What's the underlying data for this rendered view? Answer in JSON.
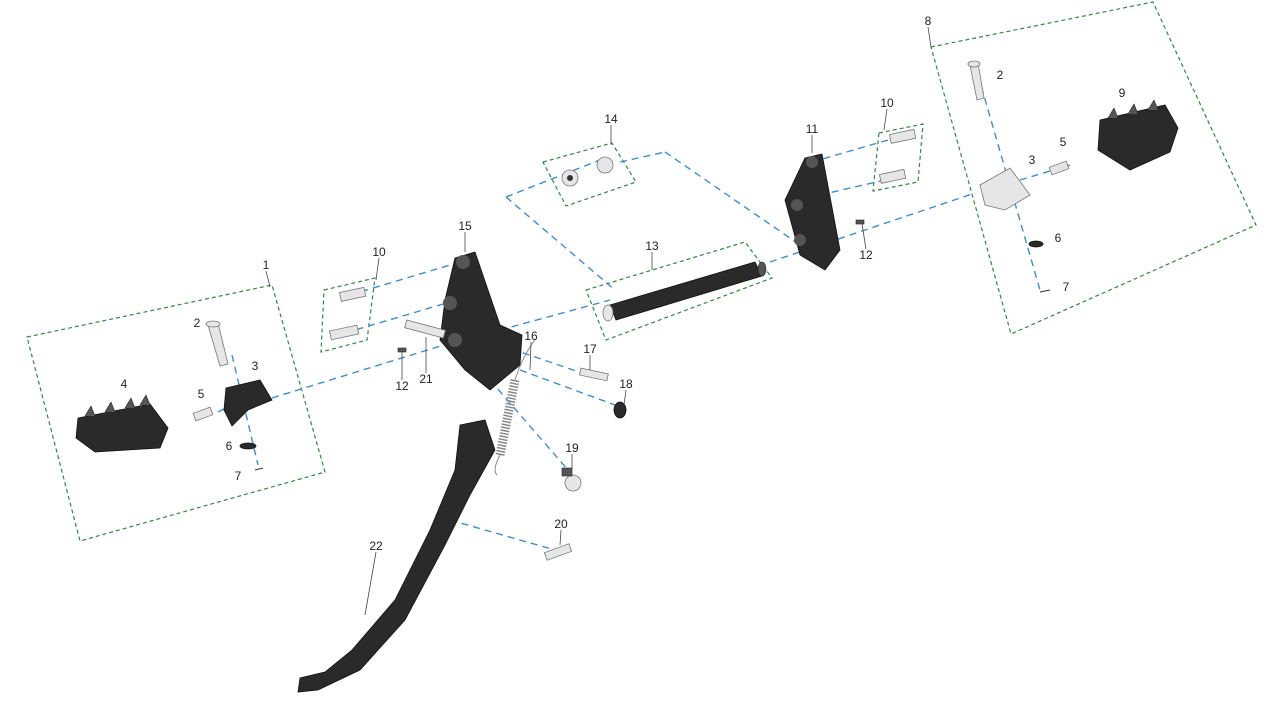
{
  "diagram": {
    "labels": {
      "l1": "1",
      "l2a": "2",
      "l3a": "3",
      "l4": "4",
      "l5a": "5",
      "l6a": "6",
      "l7a": "7",
      "l8": "8",
      "l2b": "2",
      "l3b": "3",
      "l5b": "5",
      "l9": "9",
      "l6b": "6",
      "l7b": "7",
      "l10a": "10",
      "l10b": "10",
      "l11": "11",
      "l12a": "12",
      "l12b": "12",
      "l13": "13",
      "l14": "14",
      "l15": "15",
      "l16": "16",
      "l17": "17",
      "l18": "18",
      "l19": "19",
      "l20": "20",
      "l21": "21",
      "l22": "22"
    },
    "colors": {
      "group_outline": "#2e8b3e",
      "axis_line": "#3a8fd6",
      "part": "#2a2a2a"
    }
  }
}
